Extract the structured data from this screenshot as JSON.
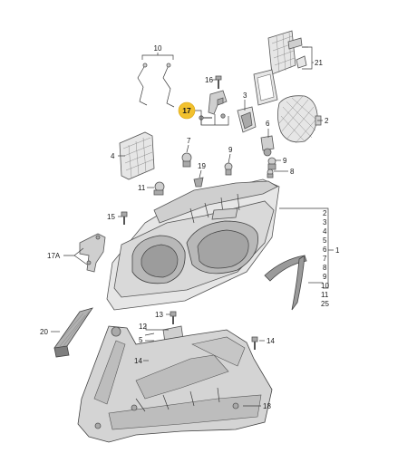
{
  "diagram": {
    "callouts": [
      {
        "id": "c10",
        "text": "10"
      },
      {
        "id": "c21",
        "text": "21"
      },
      {
        "id": "c16",
        "text": "16"
      },
      {
        "id": "c3",
        "text": "3"
      },
      {
        "id": "c17",
        "text": "17"
      },
      {
        "id": "c2",
        "text": "2"
      },
      {
        "id": "c6",
        "text": "6"
      },
      {
        "id": "c7",
        "text": "7"
      },
      {
        "id": "c4",
        "text": "4"
      },
      {
        "id": "c9a",
        "text": "9"
      },
      {
        "id": "c9b",
        "text": "9"
      },
      {
        "id": "c8",
        "text": "8"
      },
      {
        "id": "c19",
        "text": "19"
      },
      {
        "id": "c11",
        "text": "11"
      },
      {
        "id": "c15",
        "text": "15"
      },
      {
        "id": "c17A",
        "text": "17A"
      },
      {
        "id": "c20",
        "text": "20"
      },
      {
        "id": "c13",
        "text": "13"
      },
      {
        "id": "c12",
        "text": "12"
      },
      {
        "id": "c5",
        "text": "5"
      },
      {
        "id": "c14a",
        "text": "14"
      },
      {
        "id": "c14b",
        "text": "14"
      },
      {
        "id": "c18",
        "text": "18"
      },
      {
        "id": "c1",
        "text": "1"
      }
    ],
    "right_list": [
      "2",
      "3",
      "4",
      "5",
      "6",
      "7",
      "8",
      "9",
      "10",
      "11",
      "25"
    ],
    "highlight_color": "#f2c12e",
    "line_color": "#3a3a3a"
  }
}
